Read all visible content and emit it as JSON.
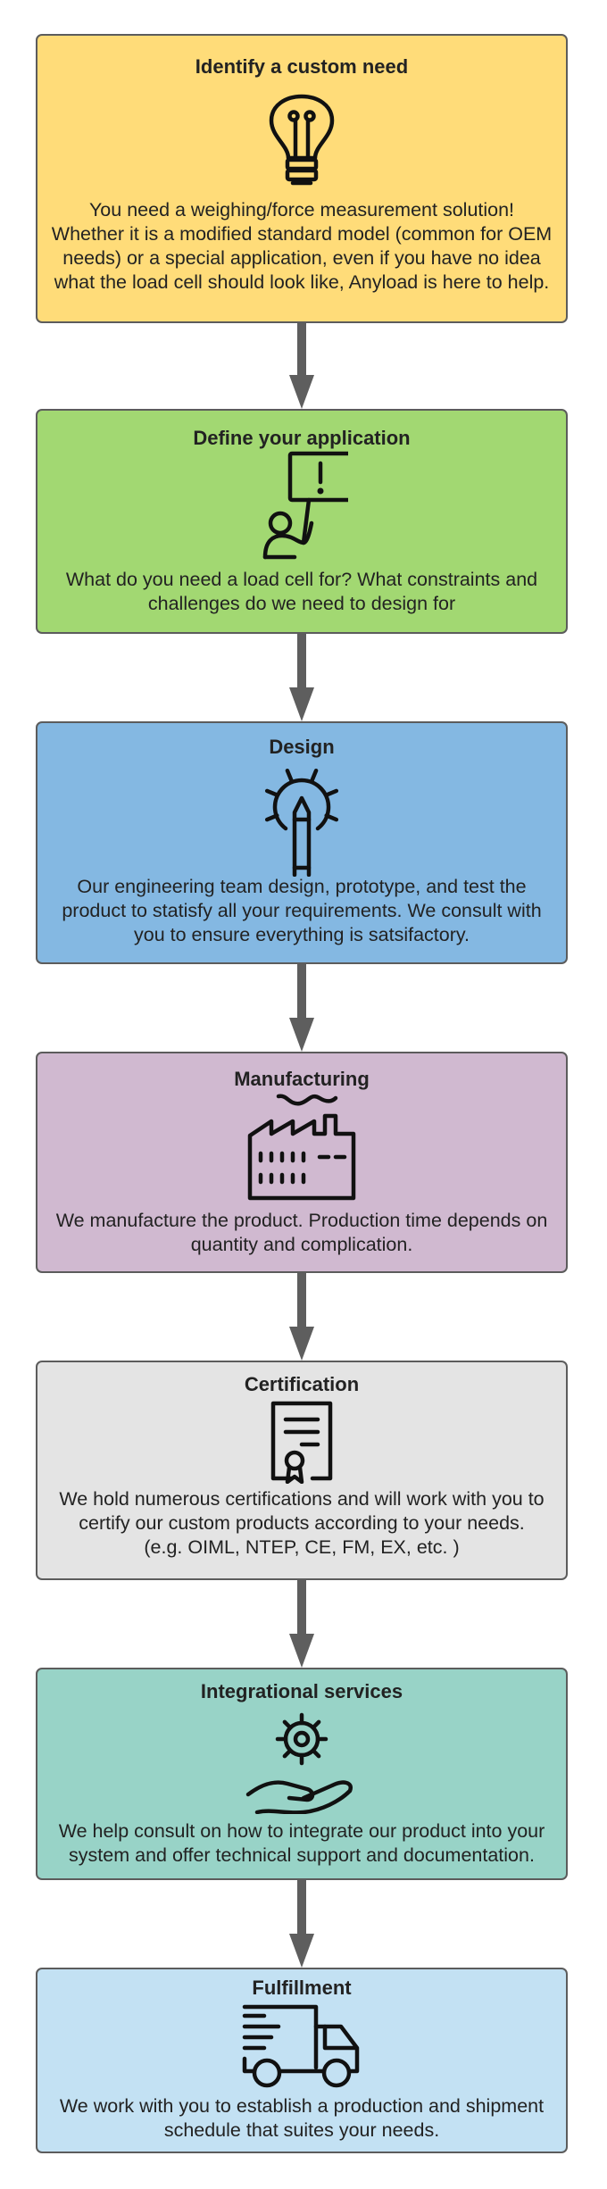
{
  "colors": {
    "border": "#5c5c5c",
    "arrow": "#5e5e5e"
  },
  "steps": [
    {
      "title": "Identify a custom need",
      "icon": "lightbulb-icon",
      "color": "#ffdc79",
      "lines": [
        "You need a weighing/force measurement solution!",
        "Whether it is a modified standard model (common for OEM",
        "needs) or a special application, even if you have no idea",
        "what the load cell should look like, Anyload is here to help."
      ]
    },
    {
      "title": "Define your application",
      "icon": "person-holding-sign-icon",
      "color": "#a2d872",
      "lines": [
        "What do you need a load cell for? What constraints and",
        "challenges do we need to design for"
      ]
    },
    {
      "title": "Design",
      "icon": "gear-pencil-icon",
      "color": "#84b8e2",
      "lines": [
        "Our engineering team design, prototype, and test the",
        "product to statisfy all your requirements. We consult with",
        "you to ensure everything is satsifactory."
      ]
    },
    {
      "title": "Manufacturing",
      "icon": "factory-icon",
      "color": "#d0b9d0",
      "lines": [
        "We manufacture the product. Production time depends on",
        "quantity and complication."
      ]
    },
    {
      "title": "Certification",
      "icon": "certificate-icon",
      "color": "#e4e4e4",
      "lines": [
        "We hold numerous certifications and will work with you to",
        "certify our custom products according to your needs.",
        "(e.g. OIML, NTEP, CE, FM, EX, etc. )"
      ]
    },
    {
      "title": "Integrational services",
      "icon": "hand-gear-icon",
      "color": "#98d3c7",
      "lines": [
        "We help consult on how to integrate our product into your",
        "system and offer technical support and documentation."
      ]
    },
    {
      "title": "Fulfillment",
      "icon": "delivery-truck-icon",
      "color": "#c3e1f3",
      "lines": [
        "We work with you to establish a production and shipment",
        "schedule that suites your needs."
      ]
    }
  ]
}
